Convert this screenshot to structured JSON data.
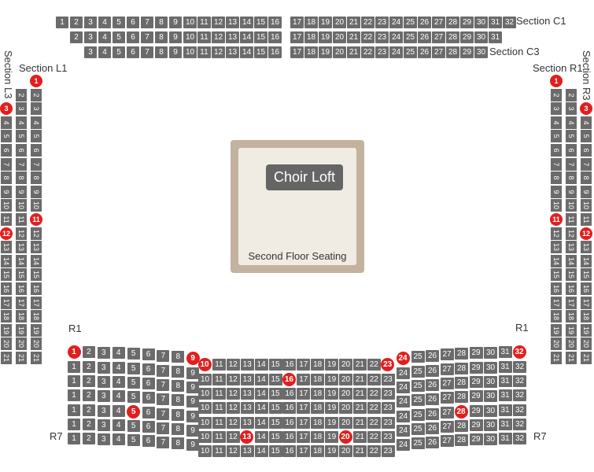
{
  "sections": {
    "c1": "Section C1",
    "c3": "Section C3",
    "l1": "Section L1",
    "l3": "Section L3",
    "r1": "Section R1",
    "r3": "Section R3"
  },
  "stage": {
    "choir_loft": "Choir Loft",
    "second_floor": "Second Floor Seating"
  },
  "row_labels": {
    "left_top": "R1",
    "right_top": "R1",
    "left_bottom": "R7",
    "right_bottom": "R7"
  },
  "colors": {
    "seat": "#6b6b6b",
    "selected": "#e0201e",
    "stage_frame": "#c3b29d",
    "stage_fill": "#f0ece3"
  },
  "top_rows": [
    {
      "from": 1,
      "to": 16,
      "gap_from": 17,
      "gap_to": 32
    },
    {
      "from": 2,
      "to": 16,
      "gap_from": 17,
      "gap_to": 31
    },
    {
      "from": 3,
      "to": 16,
      "gap_from": 17,
      "gap_to": 30
    }
  ],
  "side_columns": {
    "left": [
      {
        "from": 3,
        "to": 21,
        "selected": [
          3,
          12
        ]
      },
      {
        "from": 2,
        "to": 21,
        "selected": []
      },
      {
        "from": 1,
        "to": 21,
        "selected": [
          1,
          11
        ]
      }
    ],
    "right": [
      {
        "from": 1,
        "to": 21,
        "selected": [
          1,
          11
        ]
      },
      {
        "from": 2,
        "to": 21,
        "selected": []
      },
      {
        "from": 3,
        "to": 21,
        "selected": [
          3,
          12
        ]
      }
    ]
  },
  "bottom_rows": [
    {
      "left_from": 1,
      "left_to": 9,
      "mid_from": 10,
      "mid_to": 23,
      "right_from": 24,
      "right_to": 32,
      "selected": [
        1,
        9,
        10,
        23,
        24,
        32
      ]
    },
    {
      "left_from": 1,
      "left_to": 9,
      "mid_from": 10,
      "mid_to": 23,
      "right_from": 24,
      "right_to": 32,
      "selected": [
        16
      ]
    },
    {
      "left_from": 1,
      "left_to": 9,
      "mid_from": 10,
      "mid_to": 23,
      "right_from": 24,
      "right_to": 32,
      "selected": []
    },
    {
      "left_from": 1,
      "left_to": 9,
      "mid_from": 10,
      "mid_to": 23,
      "right_from": 24,
      "right_to": 32,
      "selected": []
    },
    {
      "left_from": 1,
      "left_to": 9,
      "mid_from": 10,
      "mid_to": 23,
      "right_from": 24,
      "right_to": 32,
      "selected": [
        5,
        28
      ]
    },
    {
      "left_from": 1,
      "left_to": 9,
      "mid_from": 10,
      "mid_to": 23,
      "right_from": 24,
      "right_to": 32,
      "selected": [
        13,
        20
      ]
    },
    {
      "left_from": 1,
      "left_to": 9,
      "mid_from": 10,
      "mid_to": 23,
      "right_from": 24,
      "right_to": 32,
      "selected": []
    }
  ]
}
